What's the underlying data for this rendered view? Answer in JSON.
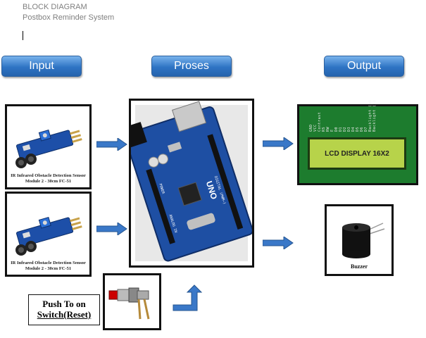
{
  "header": {
    "title": "BLOCK DIAGRAM",
    "subtitle": "Postbox Reminder System"
  },
  "columns": {
    "input_label": "Input",
    "process_label": "Proses",
    "output_label": "Output"
  },
  "inputs": {
    "sensor_1_caption_line1": "IR Infrared Obstacle Detection Sensor",
    "sensor_1_caption_line2": "Module 2 - 30cm FC-51",
    "sensor_2_caption_line1": "IR Infrared Obstacle Detection Sensor",
    "sensor_2_caption_line2": "Module 2 - 30cm FC-51",
    "push_switch_line1": "Push To on",
    "push_switch_line2": "Switch(Reset)"
  },
  "process": {
    "board_text": "UNO",
    "board_power_text": "POWER",
    "board_analog_text": "ANALOG IN",
    "board_digital_text": "DIGITAL (PWM~)"
  },
  "outputs": {
    "lcd_text": "LCD DISPLAY 16X2",
    "lcd_pins": [
      "GND",
      "VCC",
      "Contrast",
      "RS",
      "RW",
      "E",
      "D0",
      "D1",
      "D2",
      "D3",
      "D4",
      "D5",
      "D6",
      "D7",
      "Backlight (+)",
      "Backlight (-)"
    ],
    "buzzer_caption": "Buzzer"
  },
  "colors": {
    "pill_blue": "#2f74c4",
    "arrow_blue": "#3a78c8",
    "board_blue": "#1e4fa3",
    "lcd_green": "#b7d34a"
  }
}
